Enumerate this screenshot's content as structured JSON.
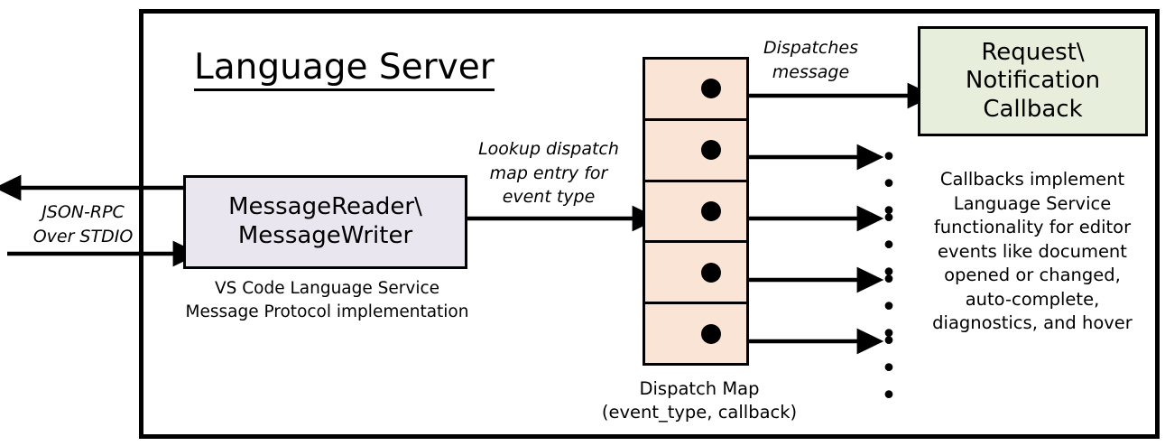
{
  "diagram": {
    "title": "Language Server",
    "outer_border_color": "#000000",
    "background": "#ffffff"
  },
  "io": {
    "label": "JSON-RPC\nOver STDIO",
    "outgoing_arrow": "arrow-left-out",
    "incoming_arrow": "arrow-right-in"
  },
  "message_layer": {
    "box_label": "MessageReader\\\nMessageWriter",
    "box_fill": "#EAE6F0",
    "caption": "VS Code Language Service\nMessage Protocol implementation"
  },
  "lookup": {
    "label": "Lookup dispatch\nmap entry for\nevent type"
  },
  "dispatch_map": {
    "caption": "Dispatch Map\n(event_type, callback)",
    "row_fill": "#FAE4D5",
    "rows": [
      {
        "index": 1,
        "dot": "entry-dot",
        "target": "callback-box"
      },
      {
        "index": 2,
        "dot": "entry-dot",
        "target": "ellipsis"
      },
      {
        "index": 3,
        "dot": "entry-dot",
        "target": "ellipsis"
      },
      {
        "index": 4,
        "dot": "entry-dot",
        "target": "ellipsis"
      },
      {
        "index": 5,
        "dot": "entry-dot",
        "target": "ellipsis"
      }
    ],
    "ellipsis": "• • •"
  },
  "dispatch": {
    "label": "Dispatches\nmessage"
  },
  "callback": {
    "box_label": "Request\\\nNotification\nCallback",
    "box_fill": "#E8EEDC",
    "caption": "Callbacks implement\nLanguage Service\nfunctionality for editor\nevents like document\nopened or changed,\nauto-complete,\ndiagnostics, and hover"
  }
}
